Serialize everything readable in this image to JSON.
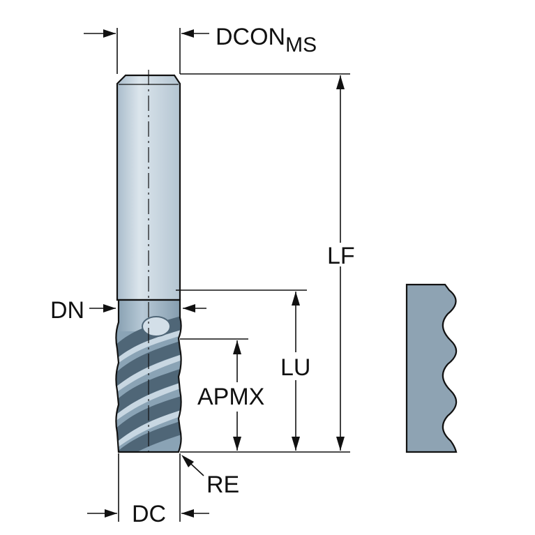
{
  "labels": {
    "dcon": "DCON",
    "dcon_sub": "MS",
    "lf": "LF",
    "dn": "DN",
    "lu": "LU",
    "apmx": "APMX",
    "re": "RE",
    "dc": "DC"
  },
  "colors": {
    "shank": "#c4d3de",
    "shank_light": "#dbe5ec",
    "flute_dark": "#4f6677",
    "flute_mid": "#86a0b3",
    "flute_light": "#c8d7e2",
    "profile": "#8ea3b3",
    "line": "#111111"
  }
}
